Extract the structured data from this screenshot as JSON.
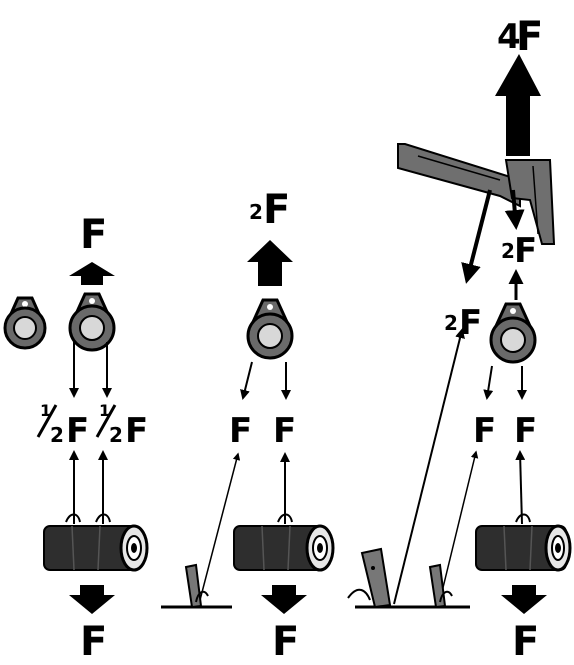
{
  "colors": {
    "ink": "#000000",
    "pulley_ring": "#6a6a6a",
    "pulley_center": "#d8d8d8",
    "log_body": "#2e2e2e",
    "log_end": "#e6e6e6",
    "stake": "#777777",
    "branch": "#6f6f6f",
    "background": "#ffffff"
  },
  "panel1": {
    "top_force": "F",
    "left_tension": "F",
    "right_tension": "F",
    "left_fraction_num": "1",
    "left_fraction_den": "2",
    "right_fraction_num": "1",
    "right_fraction_den": "2",
    "bottom_force": "F"
  },
  "panel2": {
    "top_coef": "2",
    "top_force": "F",
    "left_tension": "F",
    "right_tension": "F",
    "bottom_force": "F"
  },
  "panel3": {
    "top_coef": "4",
    "top_force": "F",
    "anchor_coef": "2",
    "anchor_force": "F",
    "upper_coef": "2",
    "upper_force": "F",
    "left_tension": "F",
    "right_tension": "F",
    "bottom_force": "F"
  },
  "icons": [
    "pulley-icon",
    "log-icon",
    "stake-icon",
    "tree-branch-icon",
    "arrow-up-icon",
    "arrow-down-icon"
  ]
}
